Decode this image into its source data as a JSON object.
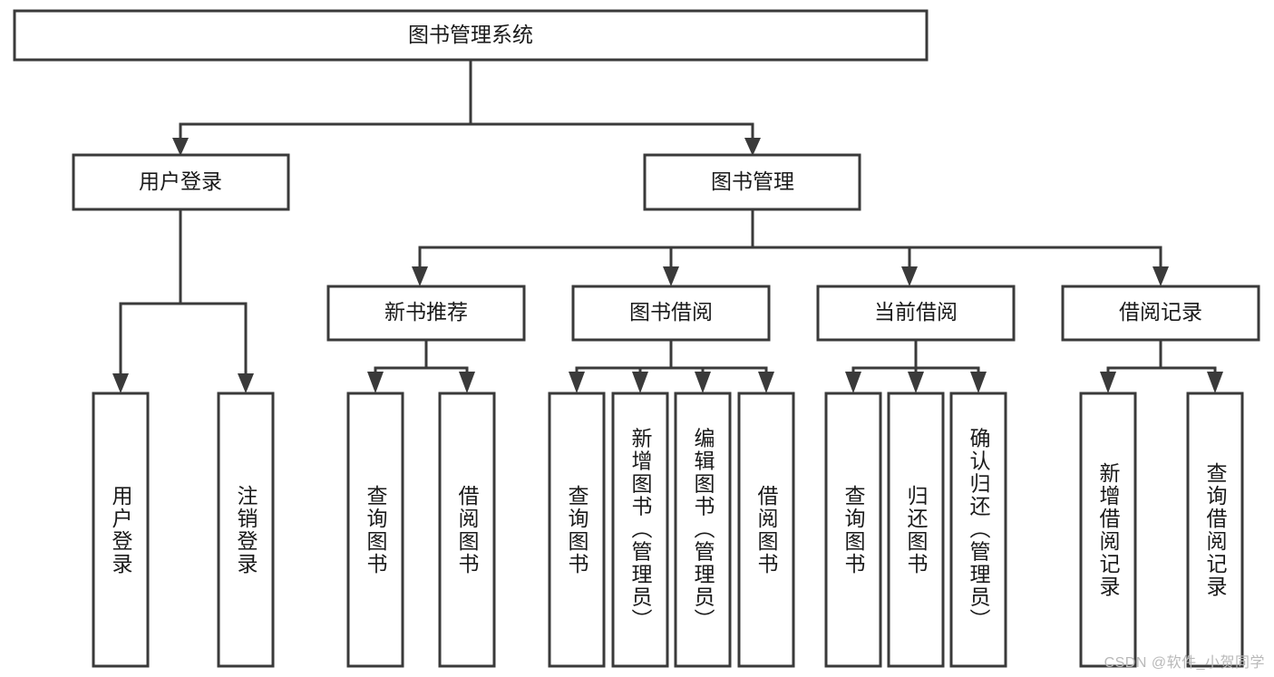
{
  "diagram": {
    "title": "图书管理系统",
    "type": "functional-structure-tree",
    "root": {
      "id": "root",
      "label": "图书管理系统"
    },
    "level2": [
      {
        "id": "user-login",
        "label": "用户登录"
      },
      {
        "id": "book-management",
        "label": "图书管理"
      }
    ],
    "level3": [
      {
        "id": "new-book-recommend",
        "label": "新书推荐"
      },
      {
        "id": "book-borrow",
        "label": "图书借阅"
      },
      {
        "id": "current-borrow",
        "label": "当前借阅"
      },
      {
        "id": "borrow-record",
        "label": "借阅记录"
      }
    ],
    "leaves": {
      "user_login": [
        {
          "id": "leaf-user-login",
          "label": "用户登录"
        },
        {
          "id": "leaf-logout-login",
          "label": "注销登录"
        }
      ],
      "new_book_recommend": [
        {
          "id": "leaf-query-book-1",
          "label": "查询图书"
        },
        {
          "id": "leaf-borrow-book-1",
          "label": "借阅图书"
        }
      ],
      "book_borrow": [
        {
          "id": "leaf-query-book-2",
          "label": "查询图书"
        },
        {
          "id": "leaf-add-book",
          "label": "新增图书（管理员）"
        },
        {
          "id": "leaf-edit-book",
          "label": "编辑图书（管理员）"
        },
        {
          "id": "leaf-borrow-book-2",
          "label": "借阅图书"
        }
      ],
      "current_borrow": [
        {
          "id": "leaf-query-book-3",
          "label": "查询图书"
        },
        {
          "id": "leaf-return-book",
          "label": "归还图书"
        },
        {
          "id": "leaf-confirm-return",
          "label": "确认归还（管理员）"
        }
      ],
      "borrow_record": [
        {
          "id": "leaf-add-record",
          "label": "新增借阅记录"
        },
        {
          "id": "leaf-query-record",
          "label": "查询借阅记录"
        }
      ]
    },
    "watermark": "CSDN @软件_小贺同学",
    "colors": {
      "background": "#ffffff",
      "box_fill": "#ffffff",
      "box_stroke": "#3a3a3a",
      "text": "#1a1a1a",
      "watermark": "#b9b9b9"
    }
  }
}
